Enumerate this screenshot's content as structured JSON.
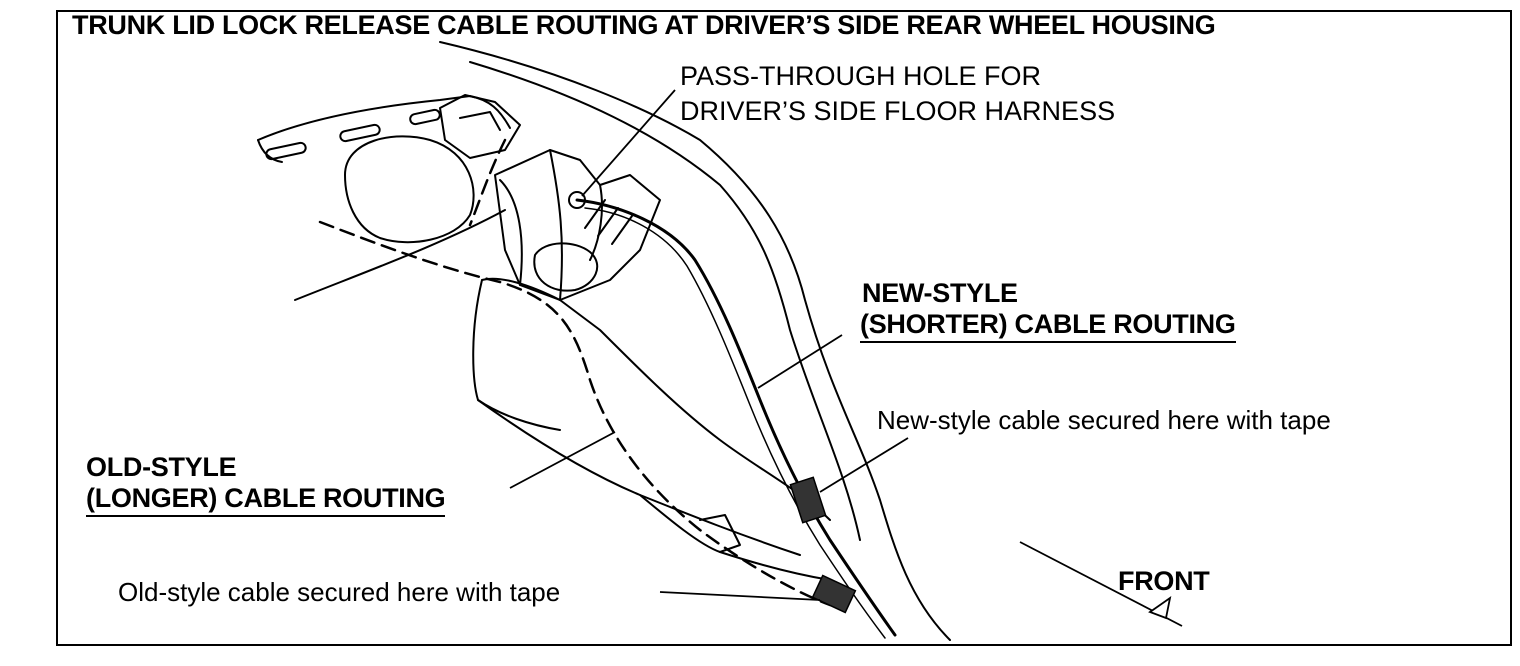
{
  "diagram": {
    "title": "TRUNK LID LOCK RELEASE CABLE ROUTING AT DRIVER’S SIDE REAR WHEEL HOUSING",
    "labels": {
      "pass_through_line1": "PASS-THROUGH HOLE FOR",
      "pass_through_line2": "DRIVER’S SIDE FLOOR HARNESS",
      "new_style_line1": "NEW-STYLE",
      "new_style_line2": "(SHORTER) CABLE ROUTING",
      "new_style_tape": "New-style cable secured here with tape",
      "old_style_line1": "OLD-STYLE",
      "old_style_line2": "(LONGER) CABLE ROUTING",
      "old_style_tape": "Old-style cable secured here with tape",
      "front": "FRONT"
    }
  }
}
